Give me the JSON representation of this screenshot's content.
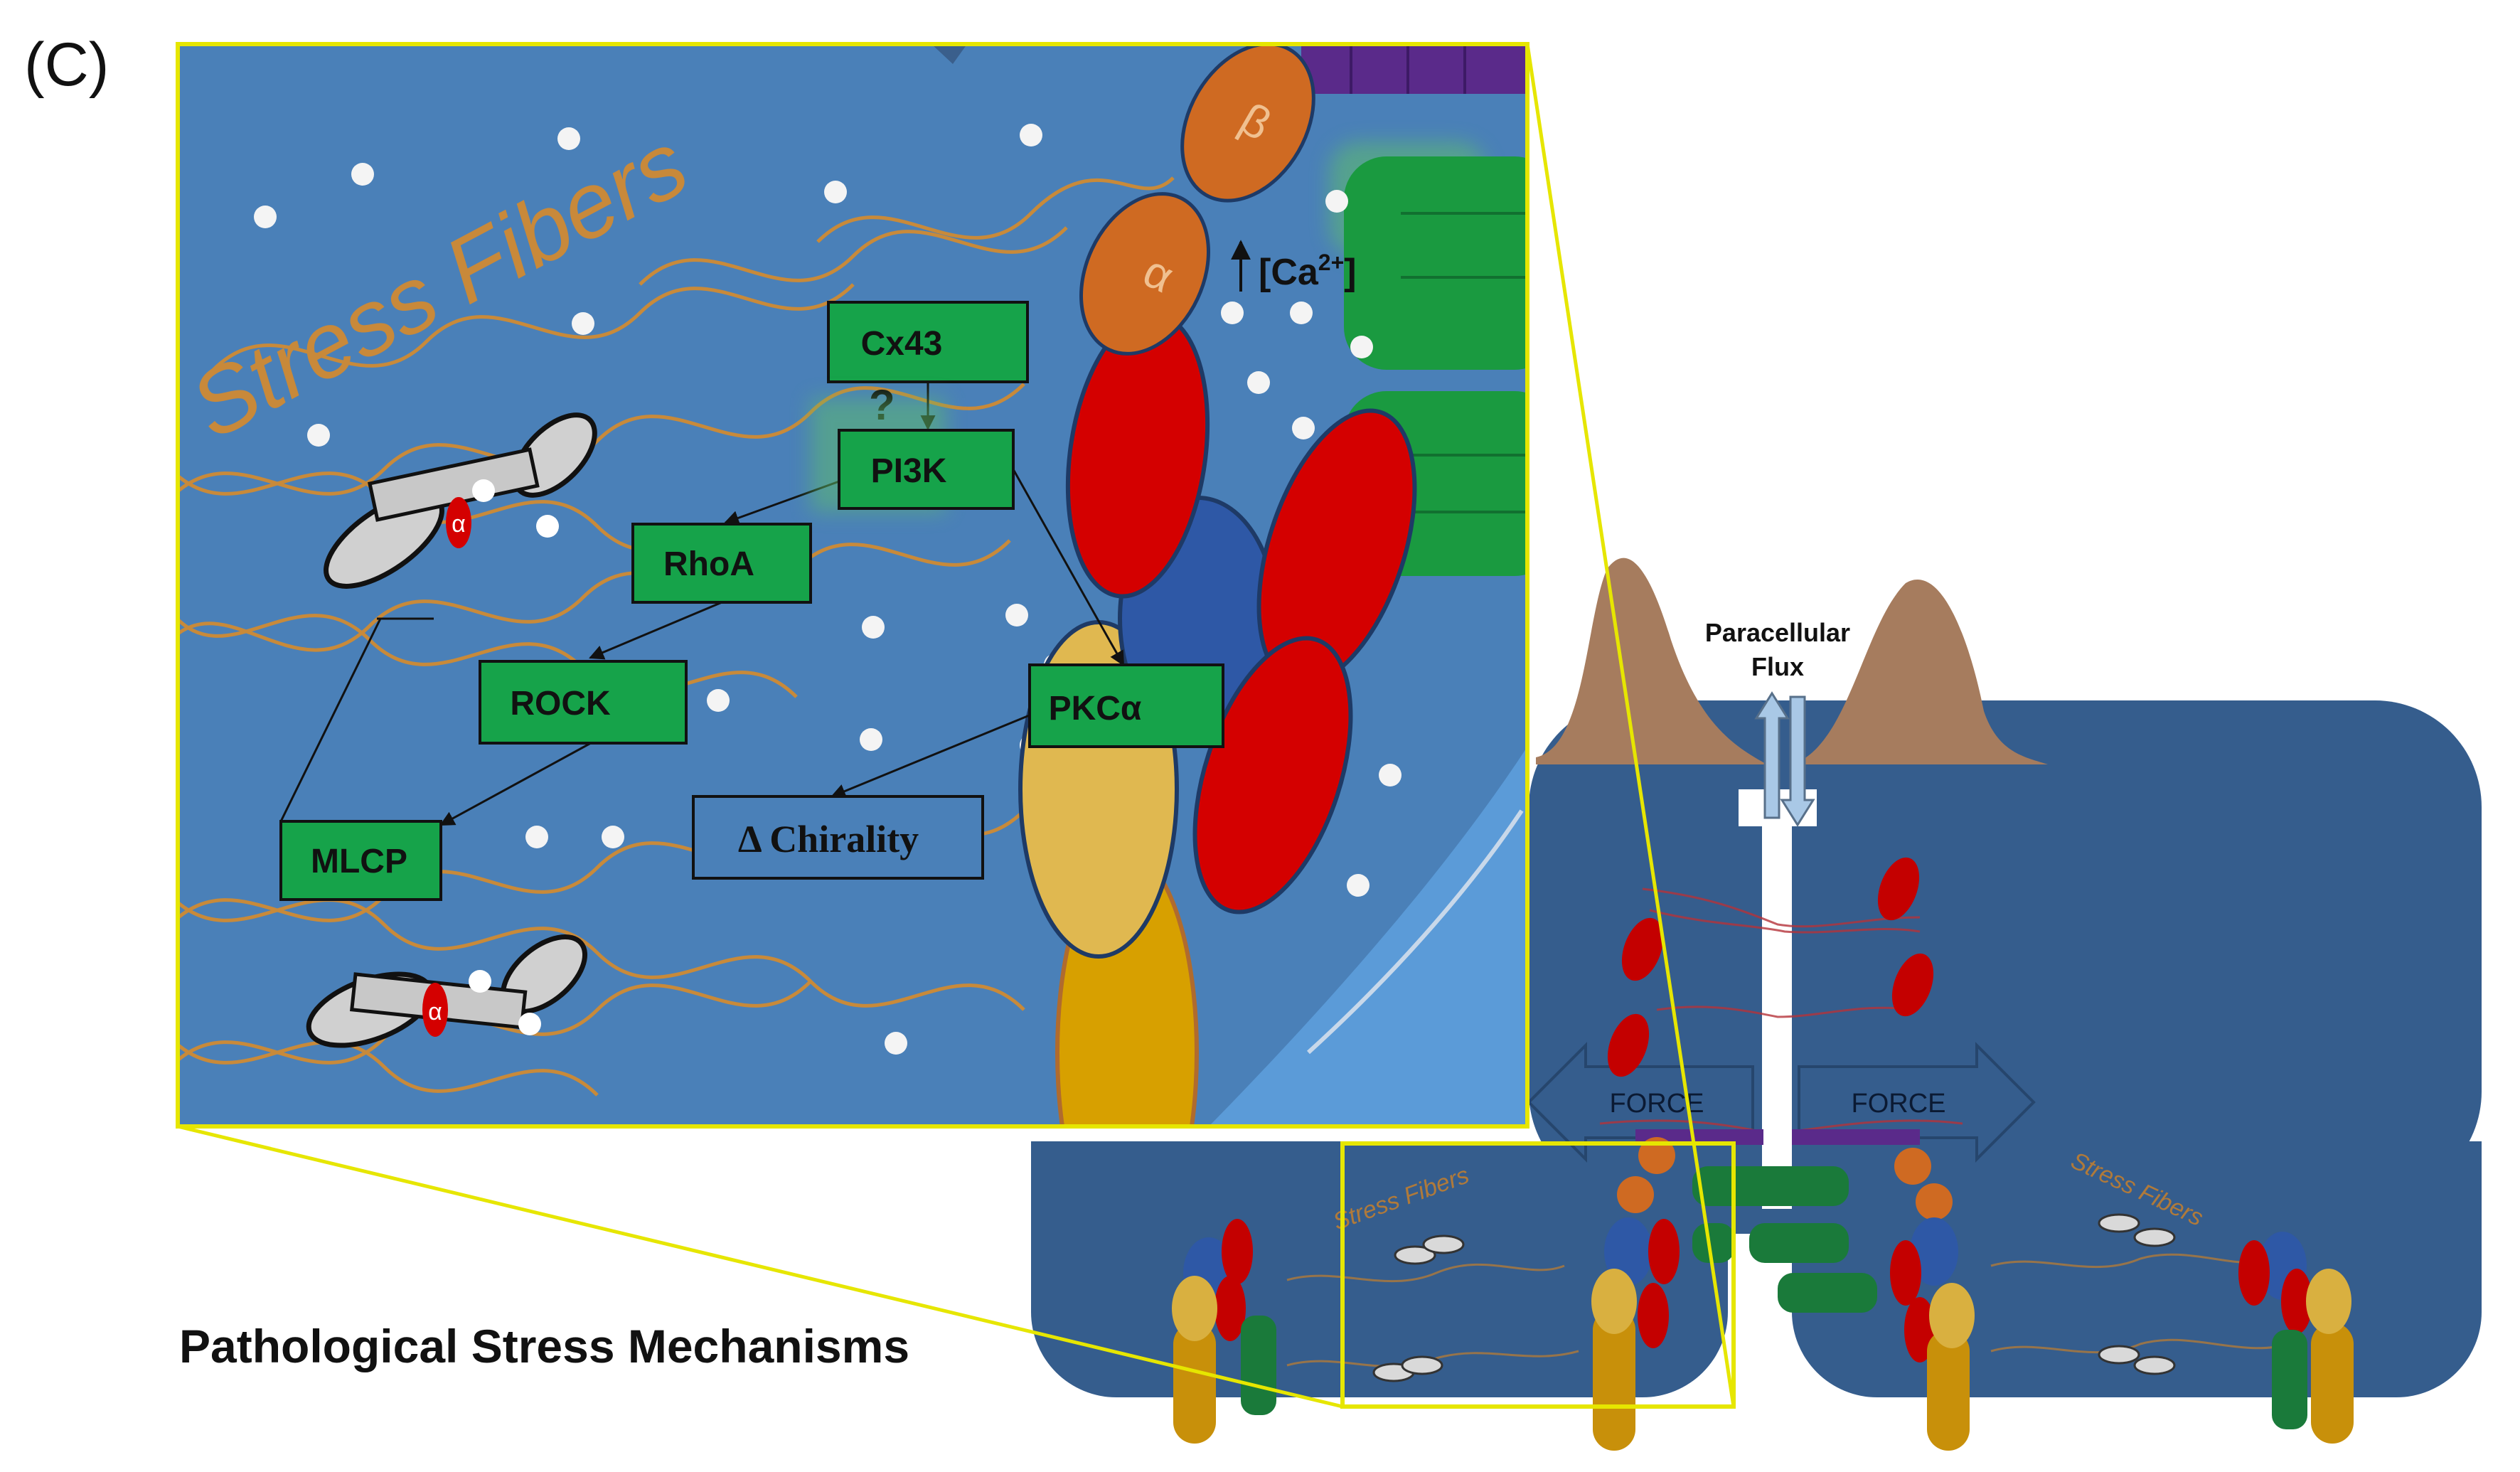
{
  "panel_label": "(C)",
  "caption": "Pathological Stress Mechanisms",
  "inset": {
    "stress_fibers_label": "Stress Fibers",
    "subunit_alpha": "α",
    "subunit_beta": "β",
    "calcium_label": "[Ca",
    "calcium_superscript": "2+",
    "calcium_close": "]",
    "question_mark": "?",
    "myosin_head_label": "α",
    "nodes": {
      "cx43": "Cx43",
      "pi3k": "PI3K",
      "rhoa": "RhoA",
      "rock": "ROCK",
      "mlcp": "MLCP",
      "pkc": "PKCα",
      "chirality": "Δ Chirality"
    }
  },
  "cell_view": {
    "paracellular_line1": "Paracellular",
    "paracellular_line2": "Flux",
    "force_left": "FORCE",
    "force_right": "FORCE",
    "stress_fibers_left": "Stress Fibers",
    "stress_fibers_right": "Stress Fibers"
  },
  "colors": {
    "inset_bg": "#4a80b8",
    "cell_body": "#355d8d",
    "signal_box": "#16a34a",
    "fiber": "#c88a3a",
    "integrin_red": "#d40000",
    "integrin_blue": "#2e58a6",
    "talin_gold": "#e0b850",
    "subunit_orange": "#cf6a22",
    "highlight_yellow": "#f2f200",
    "villi_tan": "#a67c5e"
  }
}
